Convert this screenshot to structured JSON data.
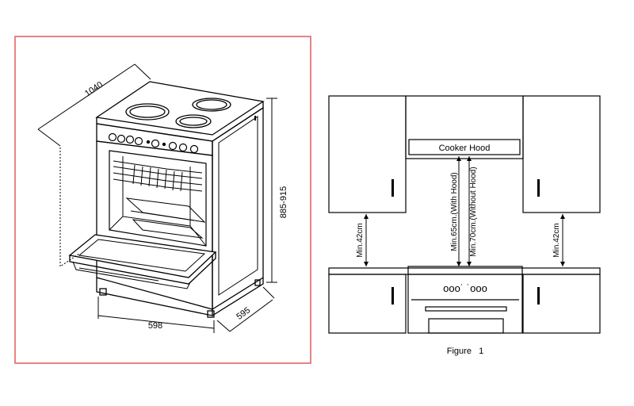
{
  "left_panel": {
    "border_color": "#e06666",
    "dimensions": {
      "depth_open": "1040",
      "height": "885-915",
      "width": "598",
      "depth": "595"
    }
  },
  "right_panel": {
    "cooker_hood_label": "Cooker Hood",
    "left_clearance": "Min.42cm",
    "right_clearance": "Min.42cm",
    "with_hood": "Min.65cm.(With Hood)",
    "without_hood": "Min.70cm.(Without Hood)",
    "stove_knobs": "ooo˙ ˙ooo",
    "caption": "Figure   1"
  }
}
